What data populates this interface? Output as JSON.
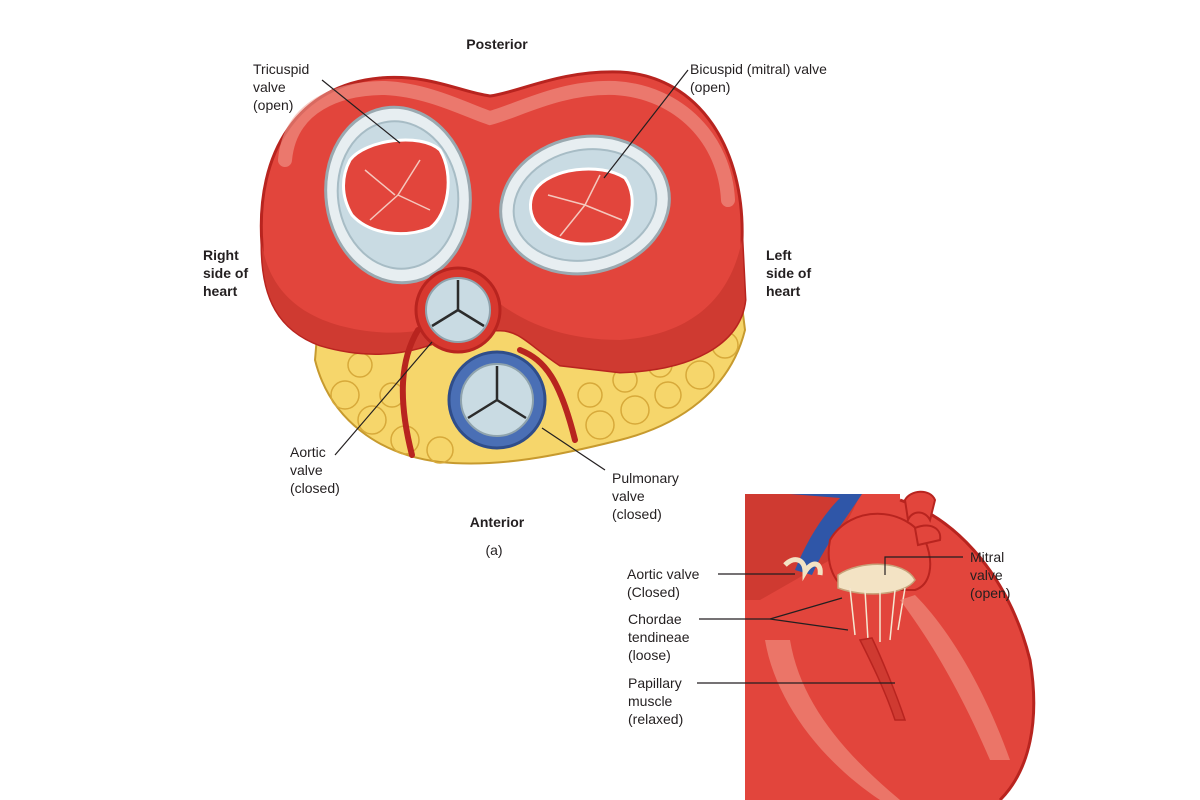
{
  "orientation": {
    "posterior": "Posterior",
    "anterior": "Anterior",
    "right_side": [
      "Right",
      "side of",
      "heart"
    ],
    "left_side": [
      "Left",
      "side of",
      "heart"
    ]
  },
  "panel_a": {
    "caption": "(a)",
    "labels": {
      "tricuspid": [
        "Tricuspid",
        "valve",
        "(open)"
      ],
      "bicuspid": [
        "Bicuspid (mitral) valve",
        "(open)"
      ],
      "aortic": [
        "Aortic",
        "valve",
        "(closed)"
      ],
      "pulmonary": [
        "Pulmonary",
        "valve",
        "(closed)"
      ]
    }
  },
  "panel_b": {
    "labels": {
      "aortic": [
        "Aortic valve",
        "(Closed)"
      ],
      "chordae": [
        "Chordae",
        "tendineae",
        "(loose)"
      ],
      "papillary": [
        "Papillary",
        "muscle",
        "(relaxed)"
      ],
      "mitral": [
        "Mitral",
        "valve",
        "(open)"
      ]
    }
  },
  "colors": {
    "muscle": "#e2453c",
    "muscle_dark": "#b8241f",
    "muscle_light": "#f08a7a",
    "fat": "#f6d66b",
    "valve_ring": "#c9dbe3",
    "pulmonary_ring": "#4a6fb5",
    "aorta_blue": "#2f56a8"
  }
}
